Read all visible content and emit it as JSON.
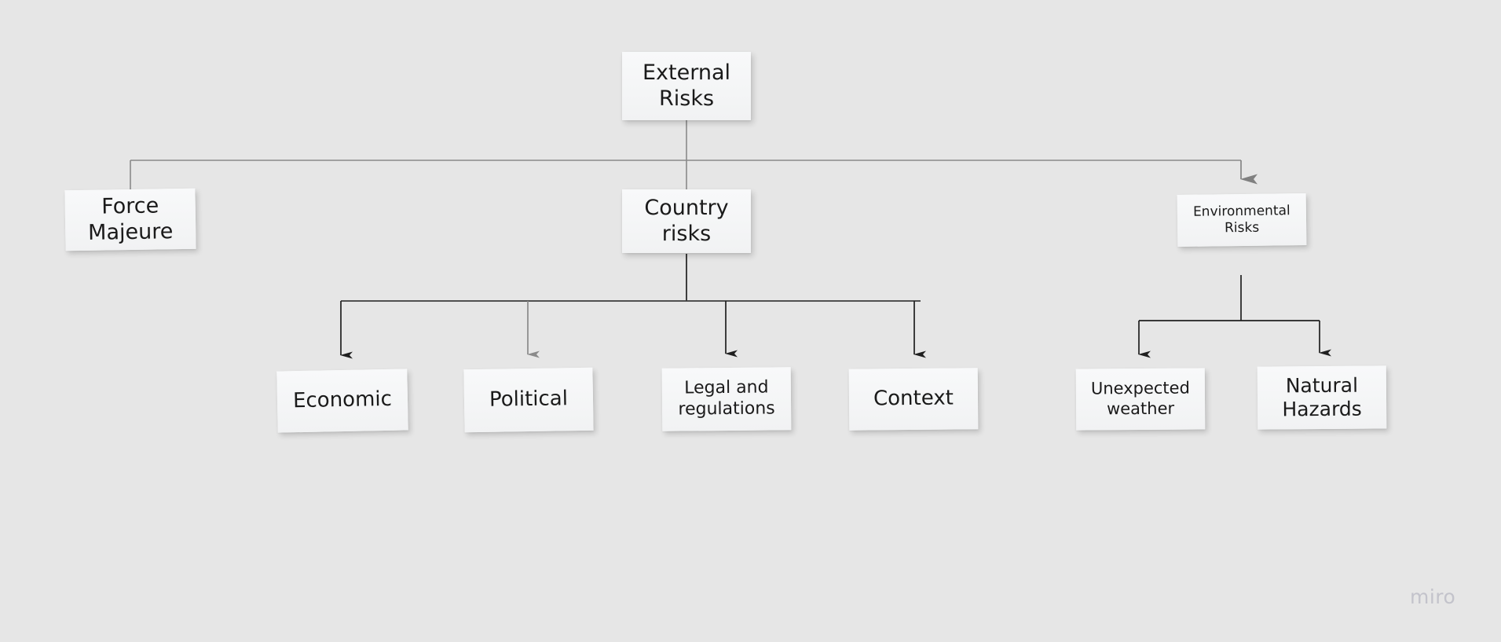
{
  "diagram": {
    "title": "External Risks tree diagram",
    "background_color": "#e6e6e6",
    "node_fill_color": "#f6f7f8",
    "edge_dark_color": "#1f1f1f",
    "edge_gray_color": "#808080",
    "nodes": {
      "root": {
        "label": "External\nRisks"
      },
      "force_majeure": {
        "label": "Force\nMajeure"
      },
      "country_risks": {
        "label": "Country\nrisks"
      },
      "environmental_risks": {
        "label": "Environmental\nRisks"
      },
      "economic": {
        "label": "Economic"
      },
      "political": {
        "label": "Political"
      },
      "legal_regulations": {
        "label": "Legal and\nregulations"
      },
      "context": {
        "label": "Context"
      },
      "unexpected_weather": {
        "label": "Unexpected\nweather"
      },
      "natural_hazards": {
        "label": "Natural\nHazards"
      }
    },
    "edges": [
      {
        "from": "root",
        "to": "force_majeure",
        "arrow": false,
        "color": "#8a8a8a"
      },
      {
        "from": "root",
        "to": "country_risks",
        "arrow": false,
        "color": "#8a8a8a"
      },
      {
        "from": "root",
        "to": "environmental_risks",
        "arrow": true,
        "color": "#808080"
      },
      {
        "from": "country_risks",
        "to": "economic",
        "arrow": true,
        "color": "#1f1f1f"
      },
      {
        "from": "country_risks",
        "to": "political",
        "arrow": true,
        "color": "#8a8a8a"
      },
      {
        "from": "country_risks",
        "to": "legal_regulations",
        "arrow": true,
        "color": "#1f1f1f"
      },
      {
        "from": "country_risks",
        "to": "context",
        "arrow": true,
        "color": "#1f1f1f"
      },
      {
        "from": "environmental_risks",
        "to": "unexpected_weather",
        "arrow": true,
        "color": "#1f1f1f"
      },
      {
        "from": "environmental_risks",
        "to": "natural_hazards",
        "arrow": true,
        "color": "#1f1f1f"
      }
    ]
  },
  "watermark": {
    "label": "miro"
  }
}
